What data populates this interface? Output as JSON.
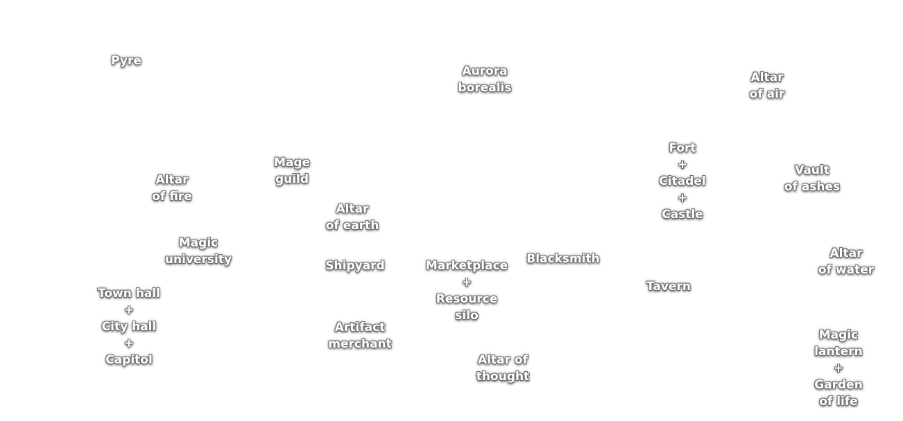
{
  "buildings": {
    "pyre": [
      "Pyre"
    ],
    "aurora_borealis": [
      "Aurora",
      "borealis"
    ],
    "altar_of_air": [
      "Altar",
      "of air"
    ],
    "fort": [
      "Fort",
      "+",
      "Citadel",
      "+",
      "Castle"
    ],
    "vault_of_ashes": [
      "Vault",
      "of ashes"
    ],
    "mage_guild": [
      "Mage",
      "guild"
    ],
    "altar_of_fire": [
      "Altar",
      "of fire"
    ],
    "altar_of_earth": [
      "Altar",
      "of earth"
    ],
    "magic_university": [
      "Magic",
      "university"
    ],
    "shipyard": [
      "Shipyard"
    ],
    "marketplace": [
      "Marketplace",
      "+",
      "Resource",
      "silo"
    ],
    "blacksmith": [
      "Blacksmith"
    ],
    "tavern": [
      "Tavern"
    ],
    "altar_of_water": [
      "Altar",
      "of water"
    ],
    "town_hall": [
      "Town hall",
      "+",
      "City hall",
      "+",
      "Capitol"
    ],
    "artifact_merchant": [
      "Artifact",
      "merchant"
    ],
    "altar_of_thought": [
      "Altar of",
      "thought"
    ],
    "magic_lantern": [
      "Magic",
      "lantern",
      "+",
      "Garden",
      "of life"
    ]
  }
}
